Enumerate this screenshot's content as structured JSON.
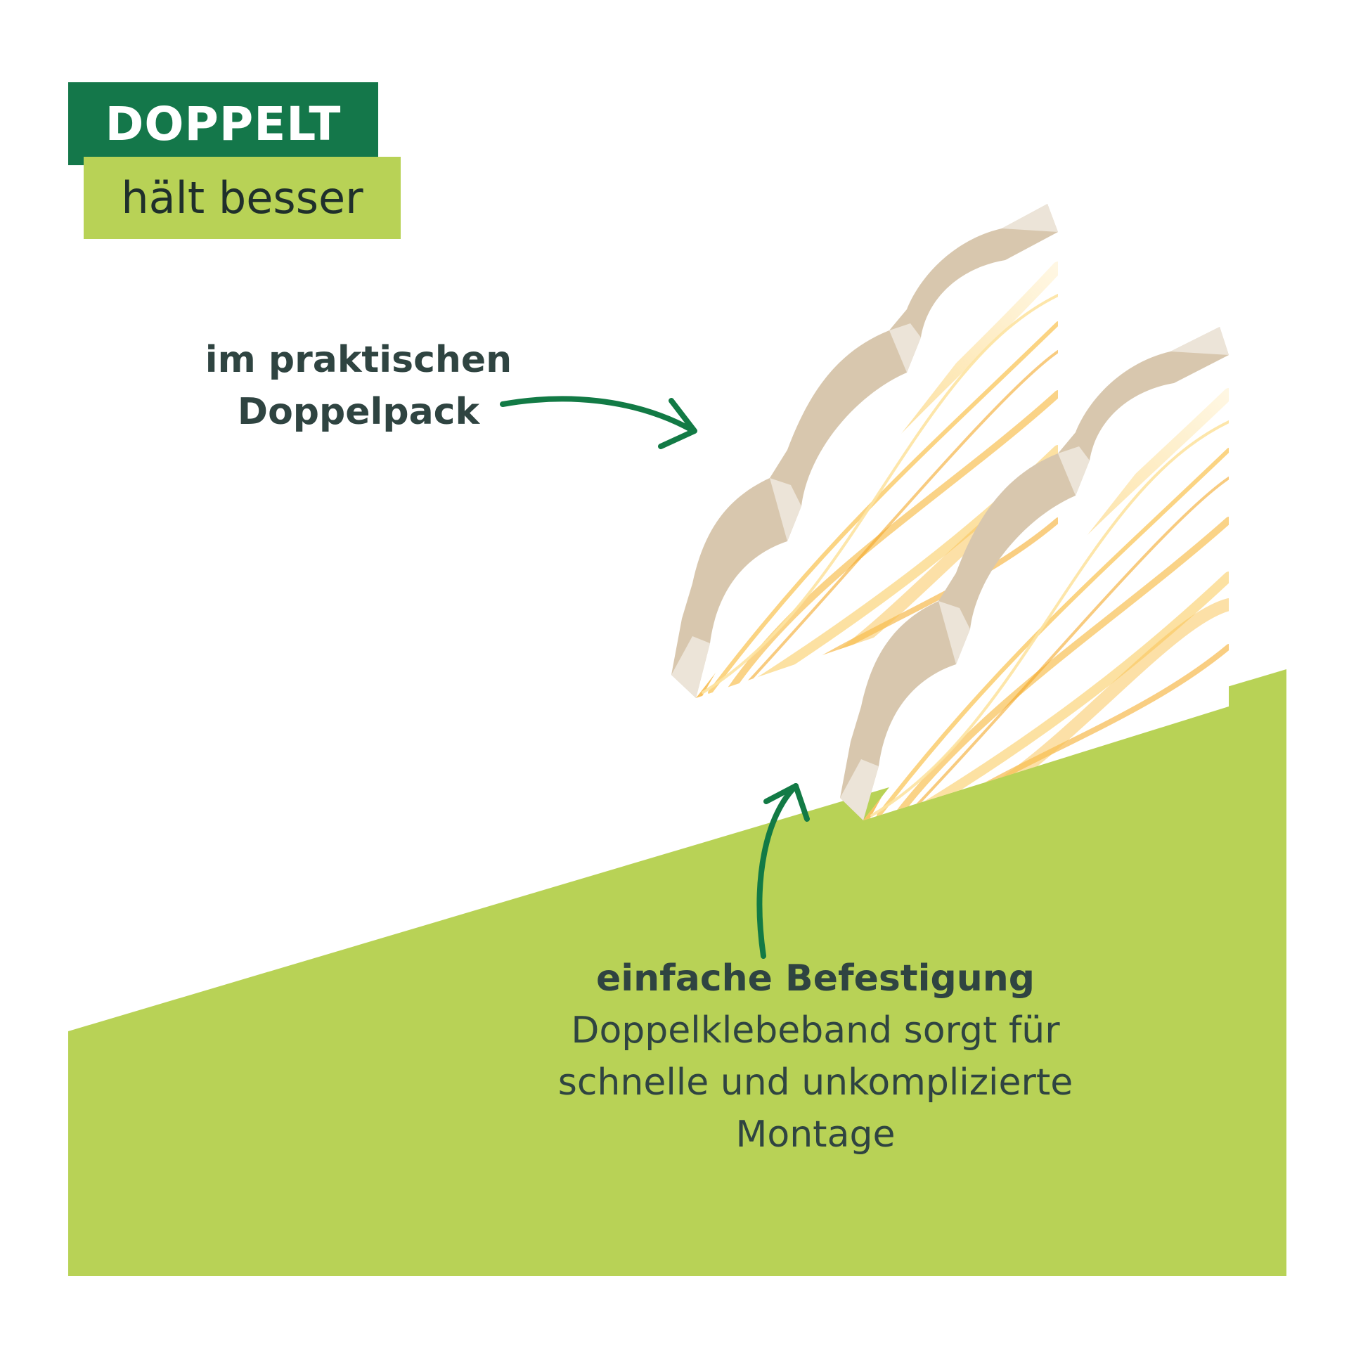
{
  "badge": {
    "top_label": "DOPPELT",
    "bottom_label": "hält besser"
  },
  "callouts": {
    "pack": {
      "line1": "im praktischen",
      "line2": "Doppelpack"
    },
    "fixing": {
      "title": "einfache Befestigung",
      "line1": "Doppelklebeband sorgt für",
      "line2": "schnelle und unkomplizierte",
      "line3": "Montage"
    }
  },
  "colors": {
    "dark_green": "#14774a",
    "light_green": "#b8d256",
    "text": "#2f4441",
    "arrow": "#127a45"
  },
  "product": {
    "name": "photo-corner-pair"
  }
}
